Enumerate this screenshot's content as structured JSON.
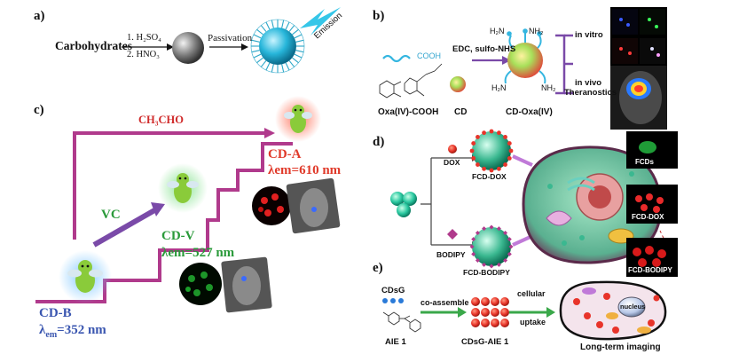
{
  "panel_a": {
    "label": "a)",
    "reactant": "Carbohydrates",
    "step1": "1. H₂SO₄",
    "step2": "2. HNO₃",
    "passivation": "Passivation",
    "emission": "Emission"
  },
  "panel_b": {
    "label": "b)",
    "reagents": "EDC, sulfo-NHS",
    "cooh": "COOH",
    "nh2": "NH₂",
    "h2n": "H₂N",
    "oxa": "Oxa(IV)-COOH",
    "cd": "CD",
    "product": "CD-Oxa(IV)",
    "in_vitro": "in vitro",
    "in_vivo": "in vivo",
    "theranostics": "Theranostics"
  },
  "panel_c": {
    "label": "c)",
    "ch3cho": "CH₃CHO",
    "vc": "VC",
    "cda": "CD-A",
    "cda_em": "λem=610 nm",
    "cdv": "CD-V",
    "cdv_em": "λem=527 nm",
    "cdb": "CD-B",
    "cdb_em_prefix": "λ",
    "cdb_em_sub": "em",
    "cdb_em_value": "=352 nm"
  },
  "panel_d": {
    "label": "d)",
    "dox": "DOX",
    "bodipy": "BODIPY",
    "fcd_dox": "FCD-DOX",
    "fcd_bodipy": "FCD-BODIPY",
    "img_fcds": "FCDs",
    "img_fcd_dox": "FCD-DOX",
    "img_fcd_bodipy": "FCD-BODIPY"
  },
  "panel_e": {
    "label": "e)",
    "cdsg": "CDsG",
    "aie": "AIE 1",
    "co_assemble": "co-assemble",
    "cellular": "cellular",
    "uptake": "uptake",
    "product": "CDsG-AIE 1",
    "nucleus": "nucleus",
    "imaging": "Long-term imaging"
  },
  "colors": {
    "path_magenta": "#b03a8c",
    "path_purple": "#8a5aa8",
    "cd_a_red": "#e03a2a",
    "cd_v_green": "#2a9a3a",
    "cd_b_blue": "#3a56b0",
    "arrow_green": "#3aa84a",
    "dot_red": "#e8342a"
  }
}
